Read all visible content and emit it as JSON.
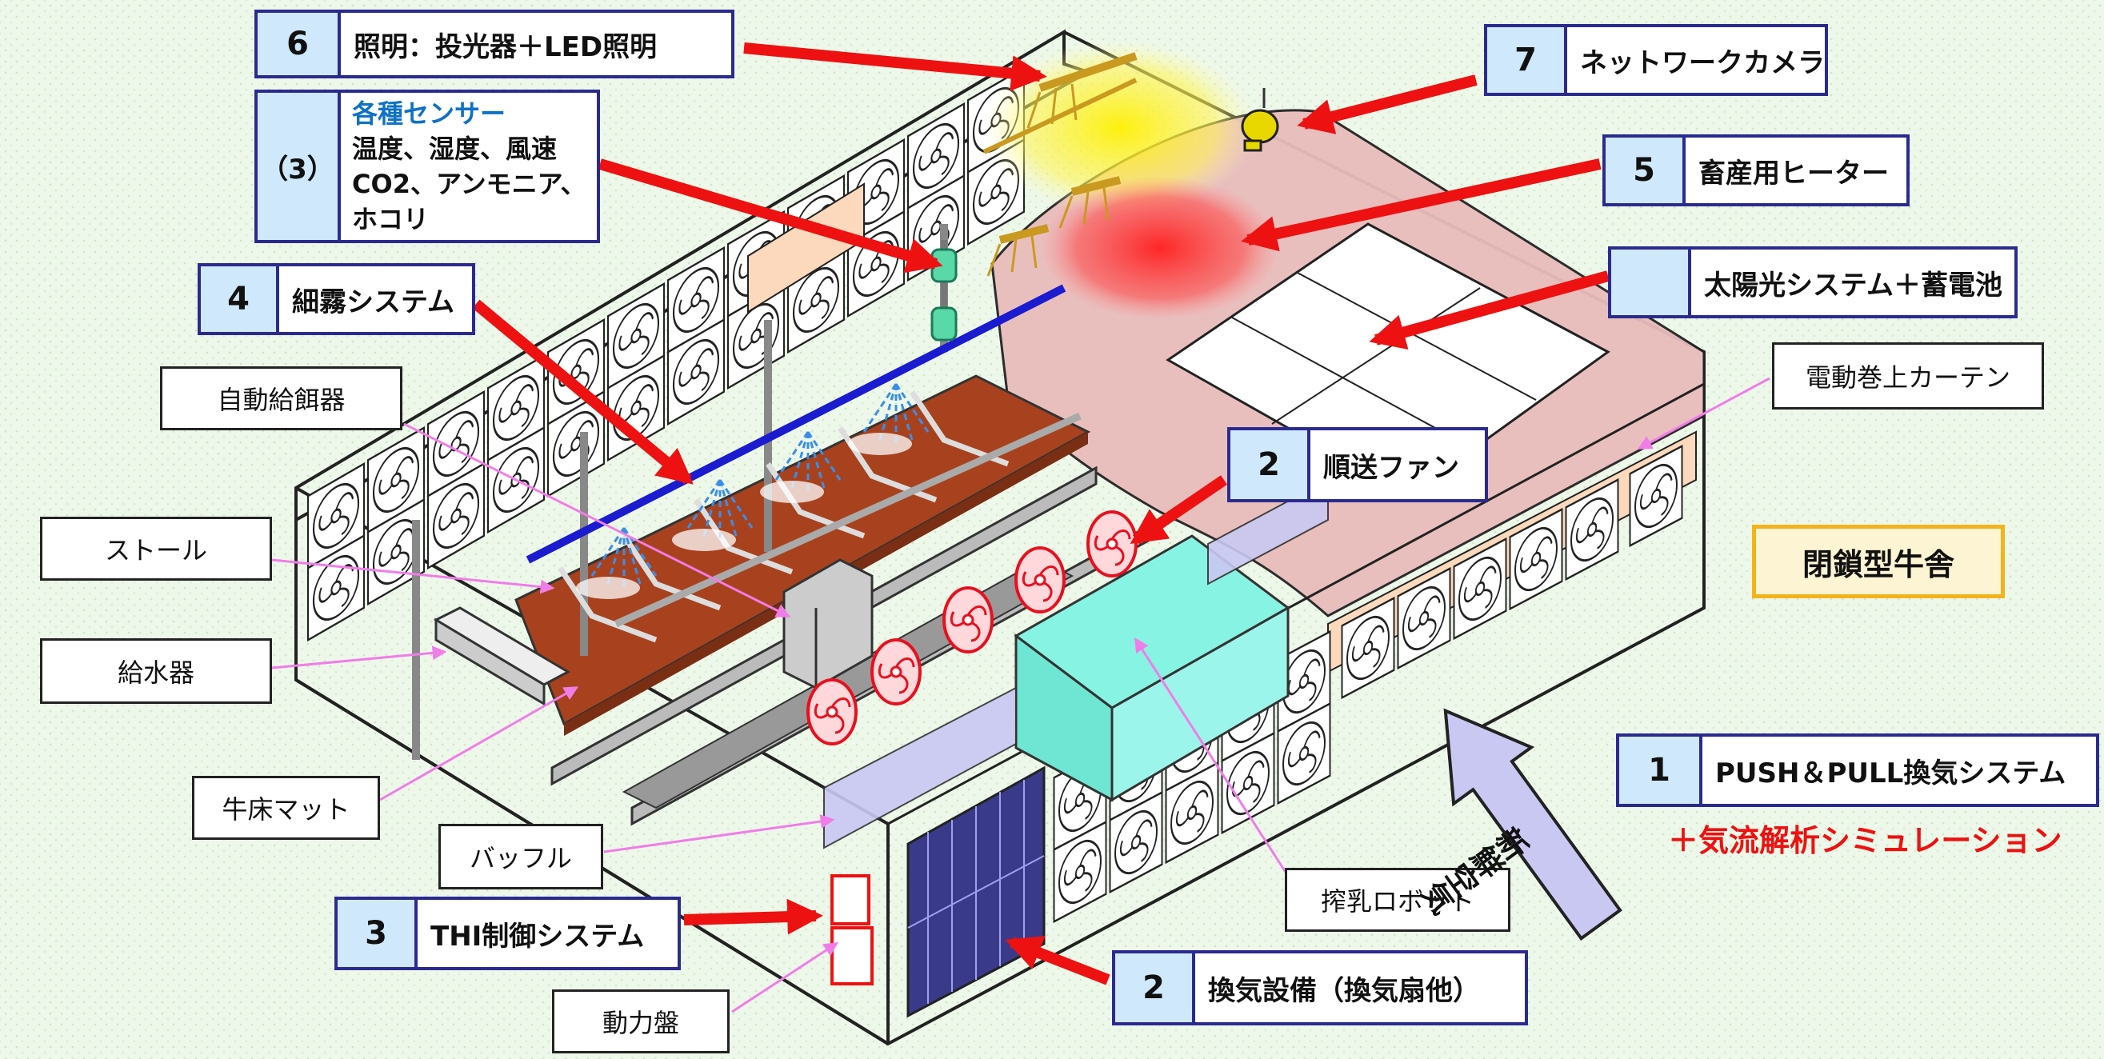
{
  "callouts": {
    "c6": {
      "num": "6",
      "text": "照明：投光器＋LED照明"
    },
    "c7": {
      "num": "7",
      "text": "ネットワークカメラ"
    },
    "c3s": {
      "num": "（3）",
      "title": "各種センサー",
      "lines": [
        "温度、湿度、風速",
        "CO2、アンモニア、",
        "ホコリ"
      ]
    },
    "c5": {
      "num": "5",
      "text": "畜産用ヒーター"
    },
    "csolar": {
      "num": "",
      "text": "太陽光システム＋蓄電池"
    },
    "c4": {
      "num": "4",
      "text": "細霧システム"
    },
    "c2fan": {
      "num": "2",
      "text": "順送ファン"
    },
    "c1": {
      "num": "1",
      "text": "PUSH＆PULL換気システム"
    },
    "c3thi": {
      "num": "3",
      "text": "THI制御システム"
    },
    "c2vent": {
      "num": "2",
      "text": "換気設備（換気扇他）"
    }
  },
  "labels": {
    "feeder": "自動給餌器",
    "curtain": "電動巻上カーテン",
    "stall": "ストール",
    "water": "給水器",
    "mat": "牛床マット",
    "baffle": "バッフル",
    "robot": "搾乳ロボット",
    "panel": "動力盤"
  },
  "title_box": "閉鎖型牛舎",
  "subtitle": "＋気流解析シミュレーション",
  "fresh_air": "新鮮空気",
  "colors": {
    "callout_border": "#2b2a90",
    "callout_num_bg": "#cfe8fb",
    "arrow_red": "#ee1111",
    "pink_leader": "#f07de8",
    "sensor_title": "#0d72c5",
    "title_border": "#f2b31b",
    "subtitle_red": "#ee1111",
    "roof_pink": "#e8bcbc",
    "floor_brown": "#a8421e",
    "fan_red": "#f04a5a",
    "robot_cyan": "#7ff0e0",
    "solar_navy": "#3a3a8a"
  }
}
